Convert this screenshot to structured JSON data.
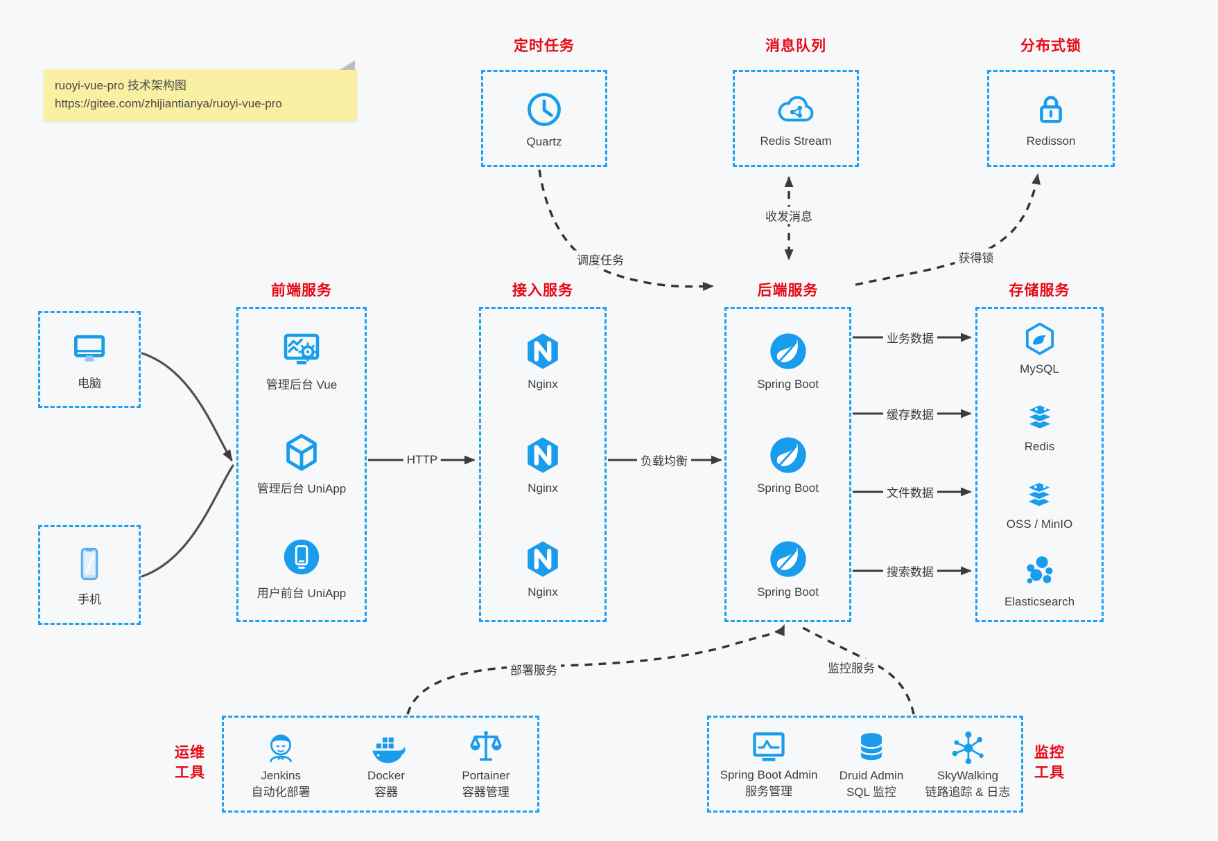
{
  "colors": {
    "accent": "#189ceb",
    "title_red": "#e60915",
    "note_bg": "#faf0a4",
    "arrow_dark": "#3c3c3c"
  },
  "note": {
    "line1": "ruoyi-vue-pro 技术架构图",
    "line2": "https://gitee.com/zhijiantianya/ruoyi-vue-pro"
  },
  "top_row": [
    {
      "title": "定时任务",
      "item": "Quartz",
      "icon": "clock-icon"
    },
    {
      "title": "消息队列",
      "item": "Redis Stream",
      "icon": "cloud-network-icon"
    },
    {
      "title": "分布式锁",
      "item": "Redisson",
      "icon": "lock-icon"
    }
  ],
  "clients": [
    {
      "label": "电脑",
      "icon": "desktop-icon"
    },
    {
      "label": "手机",
      "icon": "smartphone-icon"
    }
  ],
  "columns": {
    "frontend": {
      "title": "前端服务",
      "items": [
        "管理后台 Vue",
        "管理后台 UniApp",
        "用户前台 UniApp"
      ]
    },
    "gateway": {
      "title": "接入服务",
      "items": [
        "Nginx",
        "Nginx",
        "Nginx"
      ]
    },
    "backend": {
      "title": "后端服务",
      "items": [
        "Spring Boot",
        "Spring Boot",
        "Spring Boot"
      ]
    },
    "storage": {
      "title": "存储服务",
      "items": [
        "MySQL",
        "Redis",
        "OSS / MinIO",
        "Elasticsearch"
      ]
    }
  },
  "edges": {
    "http": "HTTP",
    "load_balance": "负载均衡",
    "biz_data": "业务数据",
    "cache_data": "缓存数据",
    "file_data": "文件数据",
    "search_data": "搜索数据",
    "schedule": "调度任务",
    "messages": "收发消息",
    "acquire_lock": "获得锁",
    "deploy": "部署服务",
    "monitor": "监控服务"
  },
  "ops": {
    "side_title": [
      "运维",
      "工具"
    ],
    "items": [
      {
        "name": "Jenkins",
        "desc": "自动化部署"
      },
      {
        "name": "Docker",
        "desc": "容器"
      },
      {
        "name": "Portainer",
        "desc": "容器管理"
      }
    ]
  },
  "monitoring": {
    "side_title": [
      "监控",
      "工具"
    ],
    "items": [
      {
        "name": "Spring Boot Admin",
        "desc": "服务管理"
      },
      {
        "name": "Druid Admin",
        "desc": "SQL 监控"
      },
      {
        "name": "SkyWalking",
        "desc": "链路追踪 & 日志"
      }
    ]
  }
}
